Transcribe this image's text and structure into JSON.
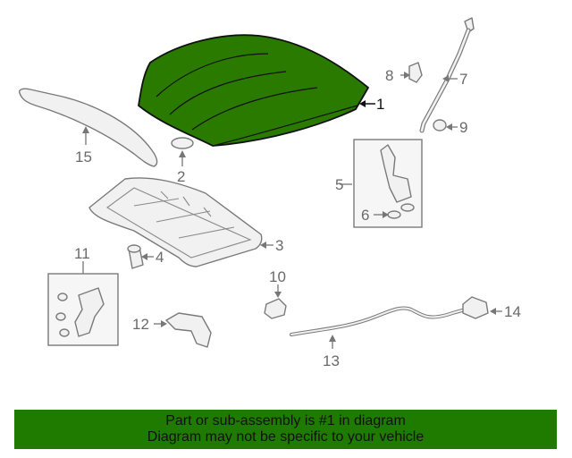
{
  "diagram": {
    "callouts": {
      "c1": "1",
      "c2": "2",
      "c3": "3",
      "c4": "4",
      "c5": "5",
      "c6": "6",
      "c7": "7",
      "c8": "8",
      "c9": "9",
      "c10": "10",
      "c11": "11",
      "c12": "12",
      "c13": "13",
      "c14": "14",
      "c15": "15"
    },
    "colors": {
      "highlight": "#2a7a00",
      "banner": "#1f7a00"
    }
  },
  "banner": {
    "line1": "Part or sub-assembly is #1 in diagram",
    "line2": "Diagram may not be specific to your vehicle"
  }
}
